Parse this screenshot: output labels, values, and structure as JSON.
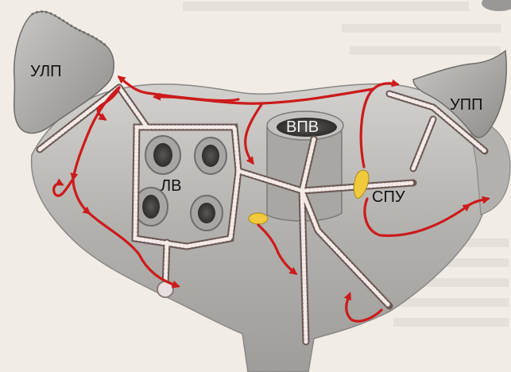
{
  "labels": {
    "ulp": "УЛП",
    "upp": "УПП",
    "lv": "ЛВ",
    "vpv": "ВПВ",
    "spu": "СПУ"
  },
  "colors": {
    "paper": "#f1ede6",
    "tissue": "#b9b7b4",
    "tissue_dark": "#8e8c8a",
    "conduction_path": "#cc1b1b",
    "fiber_tract": "#7a6560",
    "node": "#f0c93c"
  }
}
